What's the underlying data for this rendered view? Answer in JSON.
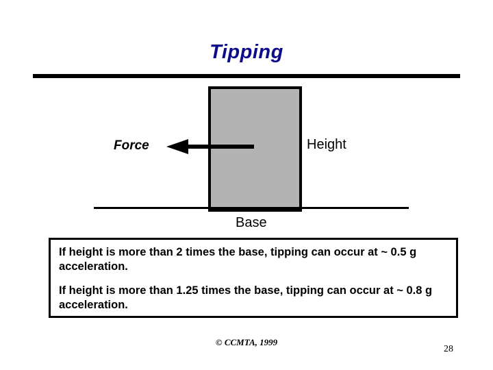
{
  "slide": {
    "title": "Tipping",
    "title_color": "#0d0d8c",
    "page_number": "28",
    "copyright": "© CCMTA, 1999"
  },
  "diagram": {
    "block_fill_color": "#b3b3b3",
    "block_border_color": "#000000",
    "labels": {
      "force": "Force",
      "height": "Height",
      "base": "Base"
    },
    "arrow": {
      "name": "force-arrow",
      "direction": "left"
    }
  },
  "callout": {
    "paragraphs": [
      "If height is more than 2 times the base, tipping can occur at ~ 0.5 g acceleration.",
      "If height is more than 1.25 times the base, tipping can occur at ~ 0.8 g acceleration."
    ]
  }
}
